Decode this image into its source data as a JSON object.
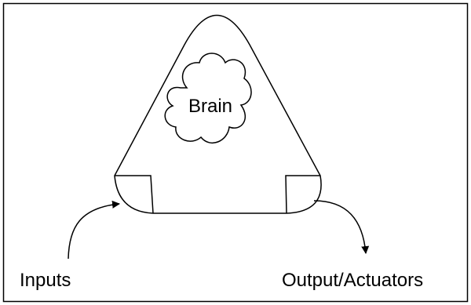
{
  "diagram": {
    "labels": {
      "brain": "Brain",
      "inputs": "Inputs",
      "outputs": "Output/Actuators"
    },
    "colors": {
      "stroke": "#000000",
      "fill": "#ffffff",
      "border": "#000000"
    },
    "icons": {
      "brain": "cloud-shape",
      "input_arrow": "curved-arrow",
      "output_arrow": "curved-arrow"
    }
  }
}
